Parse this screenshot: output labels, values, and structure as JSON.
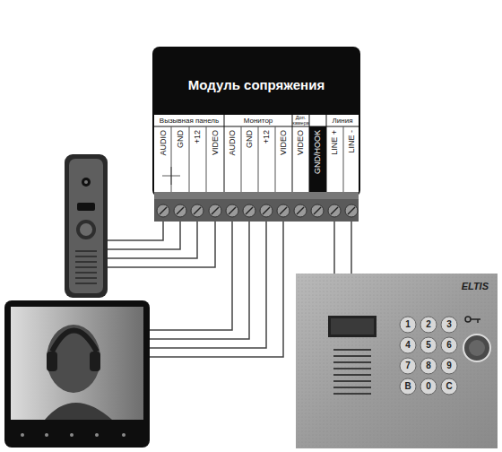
{
  "diagram": {
    "nodes": [
      {
        "text": [
          "Модуль сопряжения"
        ]
      },
      {
        "text": [
          "ELTIS"
        ]
      }
    ],
    "edges": [
      {
        "from": 1,
        "to": 0,
        "arrow": "none"
      },
      {
        "from": 1,
        "to": 0,
        "arrow": "none"
      }
    ],
    "labels": [
      "Вызывная панель",
      "Монитор",
      "Доп. камера",
      "Линия",
      "AUDIO",
      "GND",
      "+12",
      "VIDEO",
      "AUDIO",
      "GND",
      "+12",
      "VIDEO",
      "VIDEO",
      "GND/HOOK",
      "LINE +",
      "LINE -",
      "1",
      "2",
      "3",
      "4",
      "5",
      "6",
      "7",
      "8",
      "9",
      "B",
      "0",
      "C"
    ]
  }
}
